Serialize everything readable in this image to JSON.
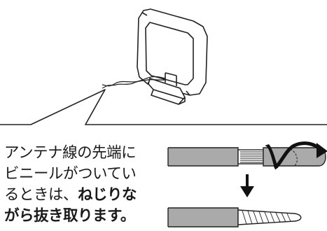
{
  "instruction": {
    "line1": "アンテナ線の先端に",
    "line2": "ビニールがついてい",
    "line3_normal": "るときは、",
    "line3_bold": "ねじりな",
    "line4_bold": "がら抜き取ります。"
  },
  "icons": [
    "loop-antenna-icon",
    "callout-bubble-icon",
    "insulated-wire-icon",
    "twist-arrow-icon",
    "down-arrow-icon",
    "stripped-wire-icon"
  ]
}
